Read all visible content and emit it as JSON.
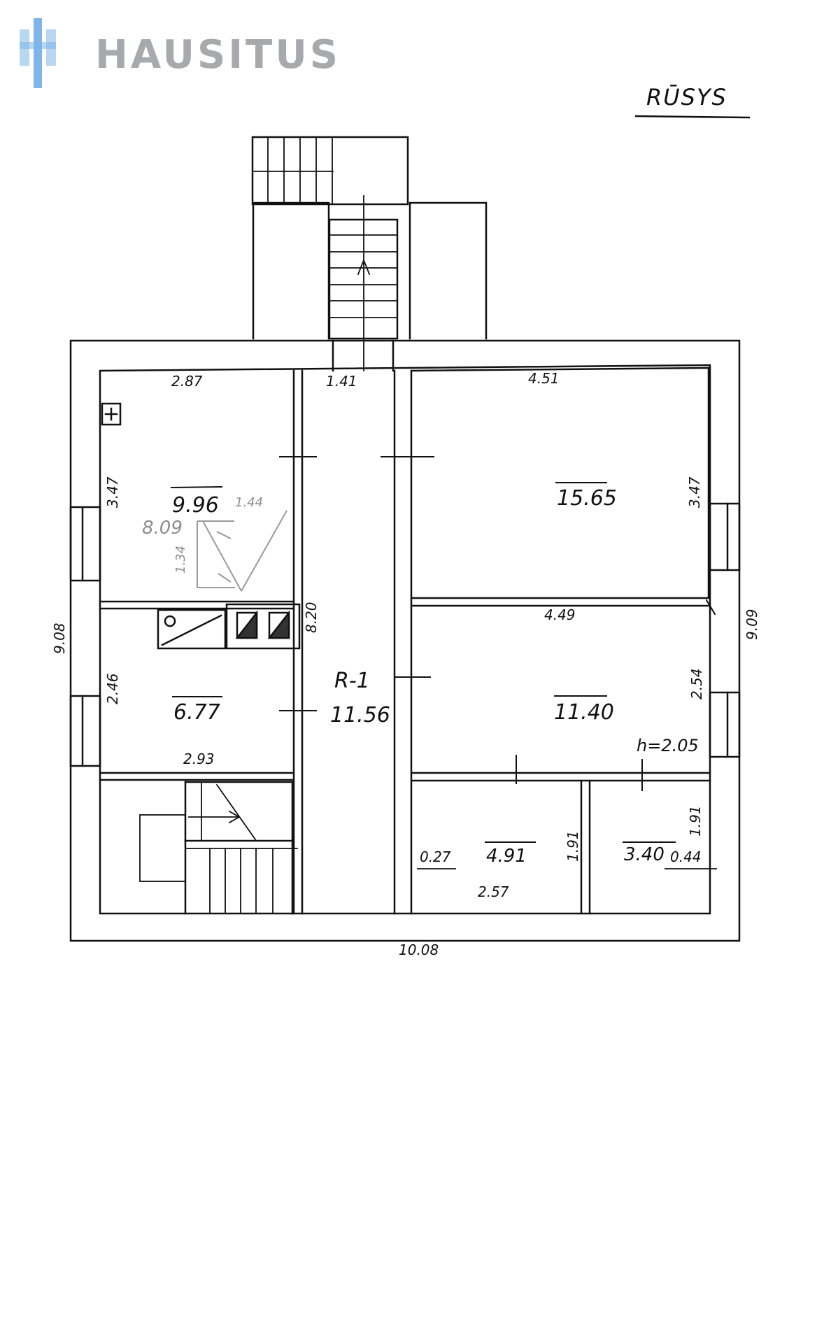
{
  "logo": {
    "text": "HAUSITUS",
    "colors": {
      "light": "#b9d7f2",
      "mid": "#7fb5e8"
    }
  },
  "plan": {
    "title": "RŪSYS",
    "rooms": [
      {
        "id": "room-nw",
        "area": "9.96"
      },
      {
        "id": "room-ne",
        "area": "15.65"
      },
      {
        "id": "room-w-mid",
        "area": "6.77"
      },
      {
        "id": "corridor",
        "code": "R-1",
        "area": "11.56"
      },
      {
        "id": "room-e-mid",
        "area": "11.40"
      },
      {
        "id": "room-se-left",
        "area": "4.91"
      },
      {
        "id": "room-se-right",
        "area": "3.40"
      }
    ],
    "dimensions": {
      "nw_width": "2.87",
      "corridor_width": "1.41",
      "ne_width": "4.51",
      "nw_height": "3.47",
      "ne_height": "3.47",
      "total_left": "9.08",
      "total_right": "9.09",
      "mid_right_width": "4.49",
      "inner_height": "8.20",
      "w_mid_height": "2.46",
      "e_mid_height": "2.54",
      "w_mid_width": "2.93",
      "ceiling_height": "h=2.05",
      "se_left_width": "2.57",
      "se_left_height": "1.91",
      "se_right_height": "1.91",
      "se_left_side": "0.27",
      "se_right_side": "0.44",
      "total_bottom": "10.08"
    },
    "pencil_notes": {
      "area": "8.09",
      "side_a": "1.44",
      "side_b": "1.34"
    }
  }
}
